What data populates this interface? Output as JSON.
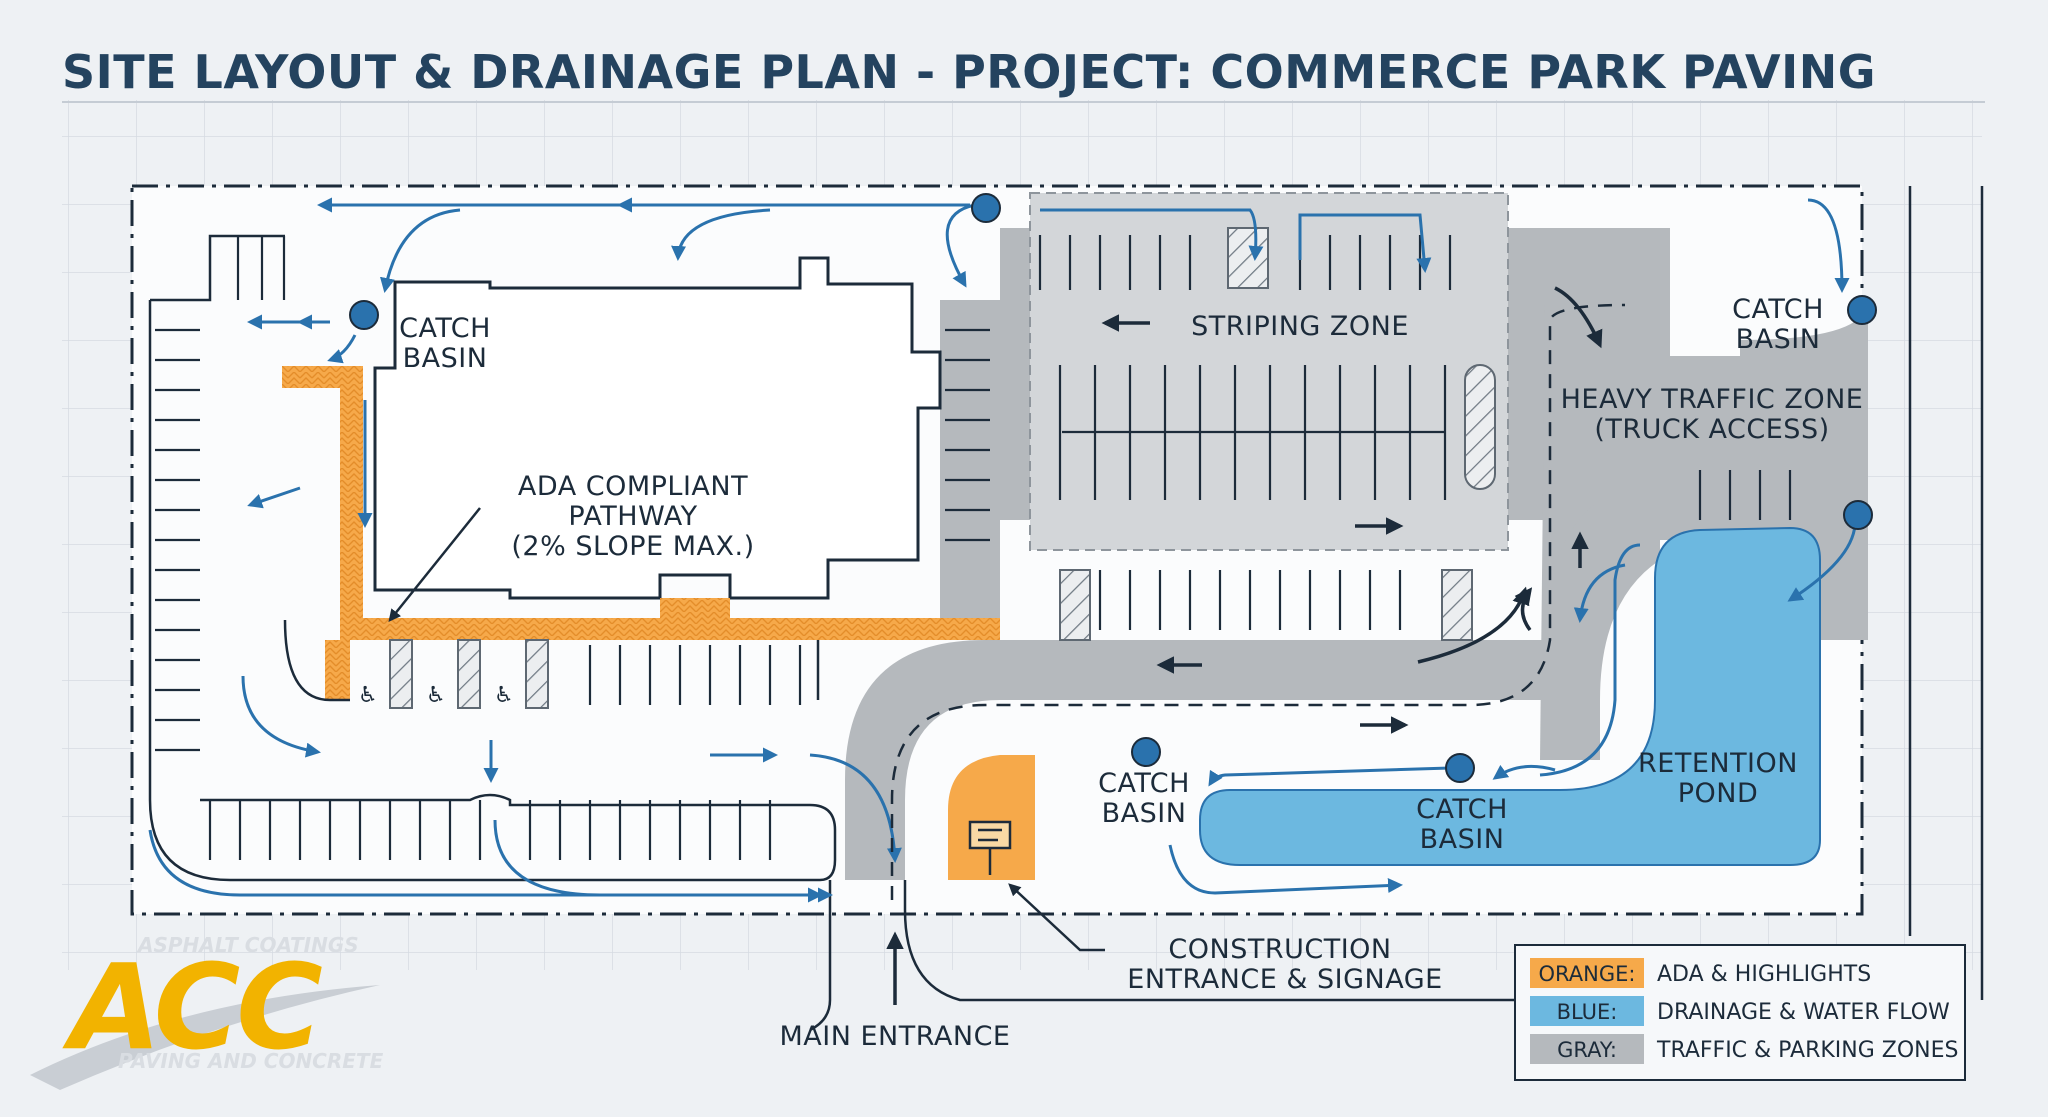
{
  "title": "SITE LAYOUT & DRAINAGE PLAN - PROJECT: COMMERCE PARK PAVING",
  "labels": {
    "catch_basin_nw_1": "CATCH",
    "catch_basin_nw_2": "BASIN",
    "catch_basin_ne_1": "CATCH",
    "catch_basin_ne_2": "BASIN",
    "catch_basin_s1_1": "CATCH",
    "catch_basin_s1_2": "BASIN",
    "catch_basin_s2_1": "CATCH",
    "catch_basin_s2_2": "BASIN",
    "striping_zone": "STRIPING ZONE",
    "heavy_traffic_1": "HEAVY TRAFFIC ZONE",
    "heavy_traffic_2": "(TRUCK ACCESS)",
    "ada_1": "ADA COMPLIANT",
    "ada_2": "PATHWAY",
    "ada_3": "(2% SLOPE MAX.)",
    "retention_1": "RETENTION",
    "retention_2": "POND",
    "construction_1": "CONSTRUCTION",
    "construction_2": "ENTRANCE & SIGNAGE",
    "main_entrance": "MAIN ENTRANCE"
  },
  "legend": [
    {
      "key": "ORANGE:",
      "value": "ADA & HIGHLIGHTS",
      "color": "#f6a94a"
    },
    {
      "key": "BLUE:",
      "value": "DRAINAGE & WATER FLOW",
      "color": "#6cb8e0"
    },
    {
      "key": "GRAY:",
      "value": "TRAFFIC & PARKING ZONES",
      "color": "#b5b9bd"
    }
  ],
  "logo": {
    "mark": "ACC",
    "top_text": "ASPHALT COATINGS",
    "bottom_text": "PAVING AND CONCRETE"
  },
  "colors": {
    "orange": "#f6a94a",
    "blue": "#2a72ad",
    "pond": "#6cb8e0",
    "gray": "#b5b9bd",
    "navy": "#1c2b3a",
    "logo": "#f2b300"
  },
  "icons": {
    "accessible": "wheelchair-icon",
    "signage": "sign-post-icon",
    "catch_basin": "catch-basin-marker"
  }
}
